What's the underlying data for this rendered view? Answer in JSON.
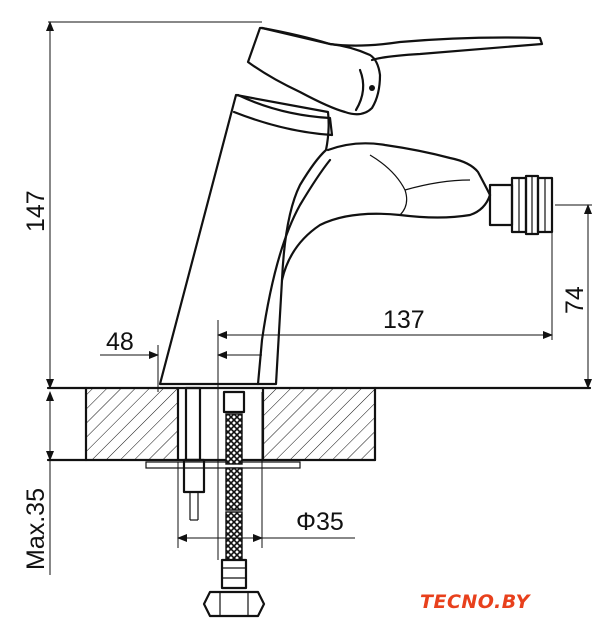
{
  "dimensions": {
    "height_total": "147",
    "outlet_height": "74",
    "spout_reach": "137",
    "base_offset": "48",
    "mount_diameter": "Φ35",
    "max_deck_thickness": "Max.35"
  },
  "logo": {
    "brand": "TECNO.BY",
    "accent_color": "#e8401c"
  },
  "colors": {
    "line": "#111111",
    "background": "#ffffff"
  }
}
